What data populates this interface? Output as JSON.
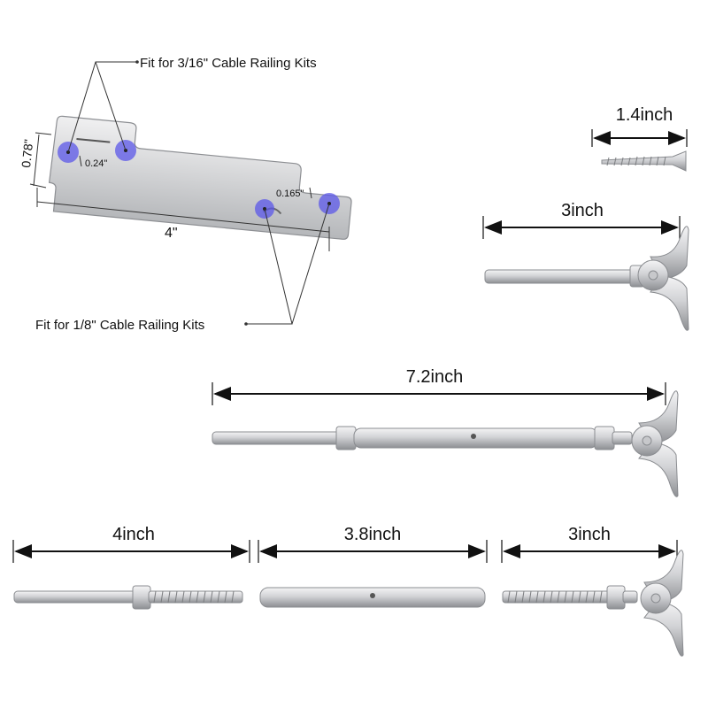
{
  "tool_labels": {
    "fit_large": "Fit for 3/16\" Cable Railing Kits",
    "fit_small": "Fit for 1/8\" Cable Railing Kits",
    "height": "0.78\"",
    "slot_width": "0.24\"",
    "small_slot": "0.165\"",
    "length": "4\""
  },
  "dimensions": {
    "screw": "1.4inch",
    "deck_toggle": "3inch",
    "assembled_turnbuckle": "7.2inch",
    "swage_stud": "4inch",
    "turnbuckle_body": "3.8inch",
    "toggle_stud": "3inch"
  },
  "colors": {
    "metal_light": "#e8e8ea",
    "metal_mid": "#b9bbbf",
    "metal_dark": "#8a8c90",
    "highlight_circle": "#5b57e8"
  }
}
